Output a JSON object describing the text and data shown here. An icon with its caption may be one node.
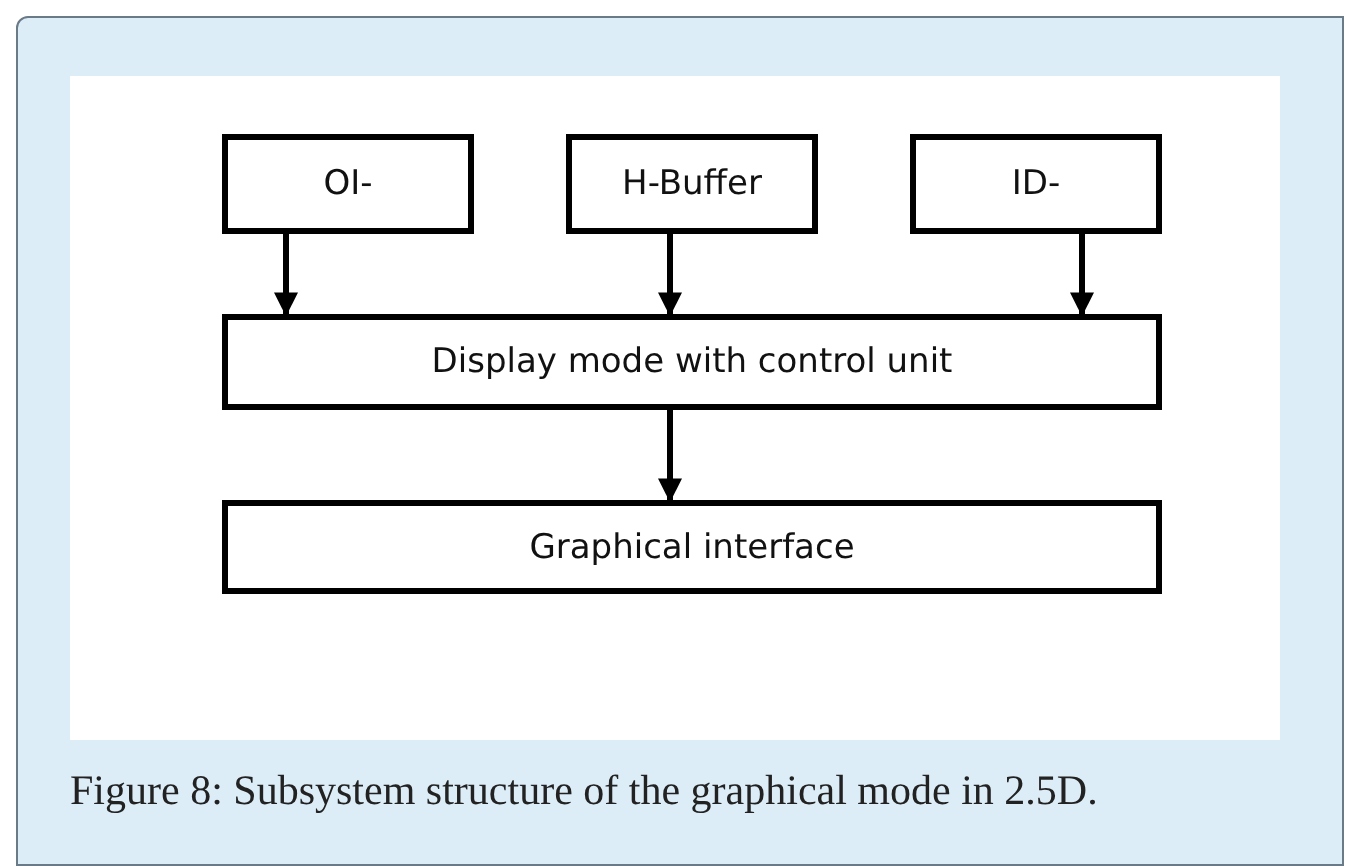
{
  "diagram": {
    "caption": "Figure 8: Subsystem structure of the graphical mode in 2.5D.",
    "nodes": [
      {
        "text": [
          "OI-"
        ]
      },
      {
        "text": [
          "H-Buffer"
        ]
      },
      {
        "text": [
          "ID-"
        ]
      },
      {
        "text": [
          "Display mode with control unit"
        ]
      },
      {
        "text": [
          "Graphical interface"
        ]
      }
    ],
    "edges": [
      {
        "from": 0,
        "to": 3,
        "arrow": "to"
      },
      {
        "from": 1,
        "to": 3,
        "arrow": "to"
      },
      {
        "from": 2,
        "to": 3,
        "arrow": "to"
      },
      {
        "from": 3,
        "to": 4,
        "arrow": "to"
      }
    ]
  }
}
